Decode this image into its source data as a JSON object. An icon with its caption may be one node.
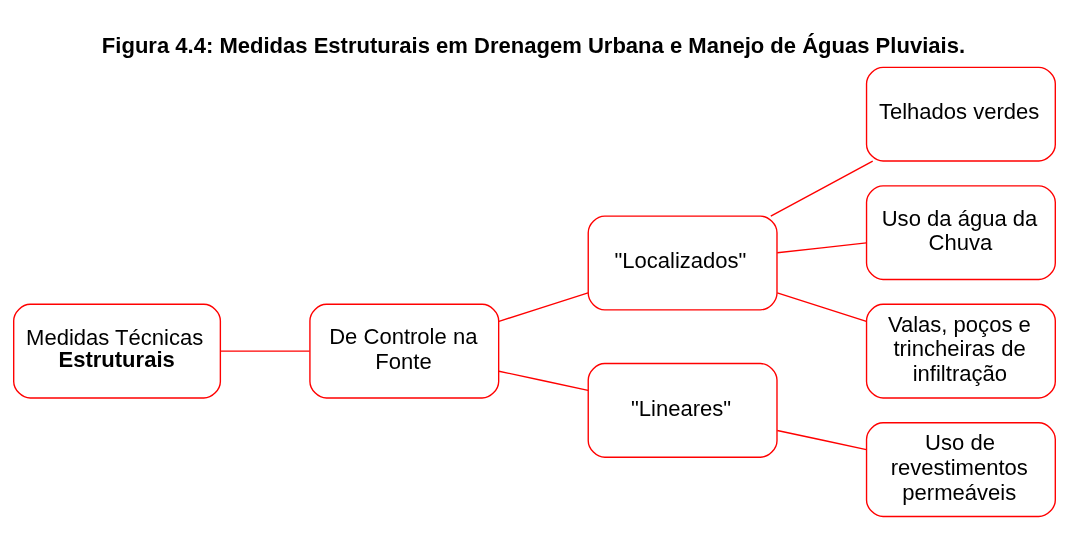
{
  "diagram": {
    "title": "Figura 4.4: Medidas Estruturais em Drenagem Urbana e Manejo de Águas Pluviais.",
    "nodes": [
      {
        "text": [
          "Medidas Técnicas",
          "Estruturais"
        ]
      },
      {
        "text": [
          "De Controle na Fonte"
        ]
      },
      {
        "text": [
          "\"Localizados\""
        ]
      },
      {
        "text": [
          "\"Lineares\""
        ]
      },
      {
        "text": [
          "Telhados verdes"
        ]
      },
      {
        "text": [
          "Uso da água da Chuva"
        ]
      },
      {
        "text": [
          "Valas, poços e trincheiras de infiltração"
        ]
      },
      {
        "text": [
          "Uso de revestimentos permeáveis"
        ]
      }
    ],
    "edges": [
      {
        "from": 0,
        "to": 1,
        "arrow": "none",
        "color": "#ff0000"
      },
      {
        "from": 1,
        "to": 2,
        "arrow": "none",
        "color": "#ff0000"
      },
      {
        "from": 1,
        "to": 3,
        "arrow": "none",
        "color": "#ff0000"
      },
      {
        "from": 2,
        "to": 4,
        "arrow": "none",
        "color": "#ff0000"
      },
      {
        "from": 2,
        "to": 5,
        "arrow": "none",
        "color": "#ff0000"
      },
      {
        "from": 2,
        "to": 6,
        "arrow": "none",
        "color": "#ff0000"
      },
      {
        "from": 3,
        "to": 7,
        "arrow": "none",
        "color": "#ff0000"
      }
    ]
  }
}
